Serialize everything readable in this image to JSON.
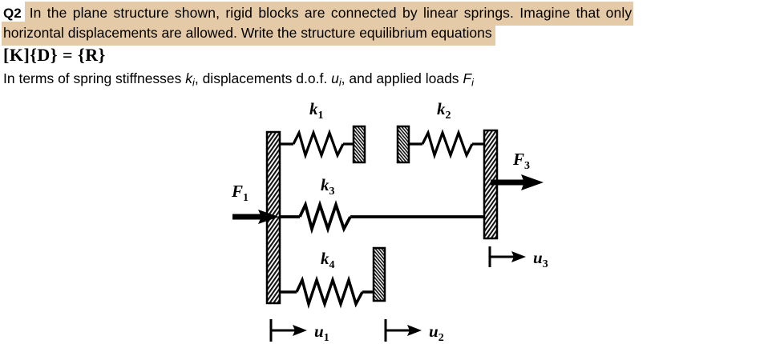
{
  "question": {
    "label": "Q2",
    "line1": "In the plane structure shown, rigid blocks are connected by linear springs. Imagine that only",
    "line2": "horizontal displacements are allowed. Write the structure equilibrium equations",
    "equation": "[K]{D}  =  {R}",
    "terms_prefix": "In terms of spring stiffnesses ",
    "terms_k": "k",
    "terms_k_sub": "i",
    "terms_mid": ", displacements d.o.f. ",
    "terms_u": "u",
    "terms_u_sub": "i",
    "terms_mid2": ", and applied loads ",
    "terms_f": "F",
    "terms_f_sub": "i",
    "highlight_color": "#e5caa8"
  },
  "diagram": {
    "title": "plane-spring-structure",
    "springs": [
      {
        "name": "k1",
        "symbol": "k",
        "subscript": "1"
      },
      {
        "name": "k2",
        "symbol": "k",
        "subscript": "2"
      },
      {
        "name": "k3",
        "symbol": "k",
        "subscript": "3"
      },
      {
        "name": "k4",
        "symbol": "k",
        "subscript": "4"
      }
    ],
    "loads": [
      {
        "name": "F1",
        "symbol": "F",
        "subscript": "1"
      },
      {
        "name": "F3",
        "symbol": "F",
        "subscript": "3"
      }
    ],
    "displacements": [
      {
        "name": "u1",
        "symbol": "u",
        "subscript": "1"
      },
      {
        "name": "u2",
        "symbol": "u",
        "subscript": "2"
      },
      {
        "name": "u3",
        "symbol": "u",
        "subscript": "3"
      }
    ],
    "line_color": "#000000",
    "block_fill": "#f2f2f2"
  }
}
